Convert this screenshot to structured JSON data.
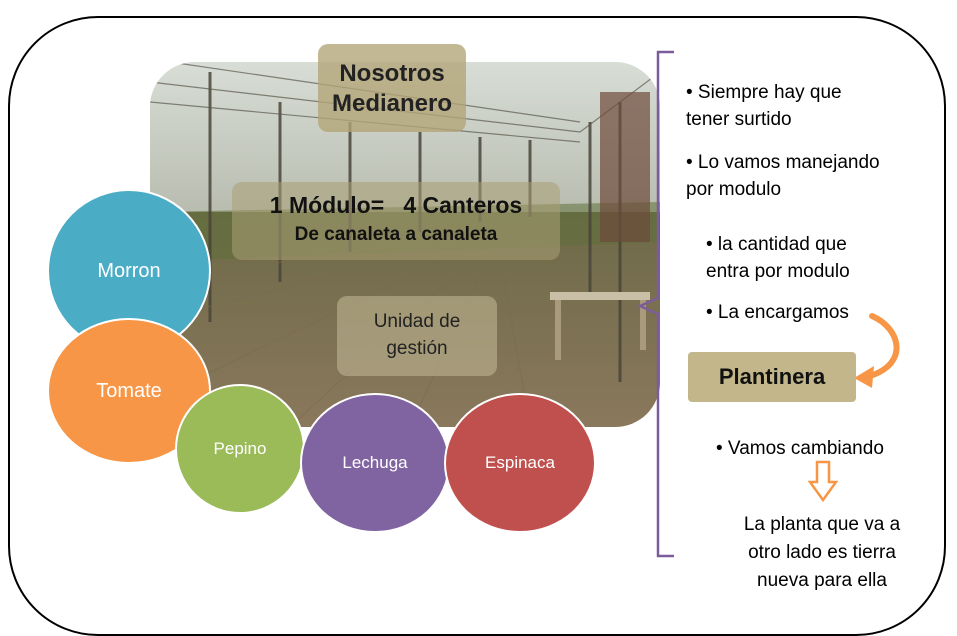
{
  "title": "Nosotros Medianero",
  "title_lines": [
    "Nosotros",
    "Medianero"
  ],
  "module": {
    "line1": "1 Módulo=   4 Canteros",
    "line2": "De canaleta a canaleta"
  },
  "unit_lines": [
    "Unidad de",
    "gestión"
  ],
  "crops": [
    {
      "label": "Morron",
      "color": "#4bacc6"
    },
    {
      "label": "Tomate",
      "color": "#f79646"
    },
    {
      "label": "Pepino",
      "color": "#9bbb59"
    },
    {
      "label": "Lechuga",
      "color": "#8064a2"
    },
    {
      "label": "Espinaca",
      "color": "#c0504d"
    }
  ],
  "bullets": [
    {
      "lines": [
        "• Siempre hay que",
        "tener surtido"
      ]
    },
    {
      "lines": [
        "• Lo vamos manejando",
        "por modulo"
      ]
    },
    {
      "lines": [
        "• la cantidad que",
        "entra por modulo"
      ]
    },
    {
      "lines": [
        "• La encargamos"
      ]
    }
  ],
  "plantinera": "Plantinera",
  "change_bullet": "• Vamos cambiando",
  "note_lines": [
    "La planta que va a",
    "otro lado es tierra",
    "nueva para ella"
  ],
  "colors": {
    "bracket": "#7c5c9a",
    "arrow": "#f79646"
  },
  "icons": [
    "curved-arrow-icon",
    "down-arrow-icon",
    "brace-icon"
  ]
}
